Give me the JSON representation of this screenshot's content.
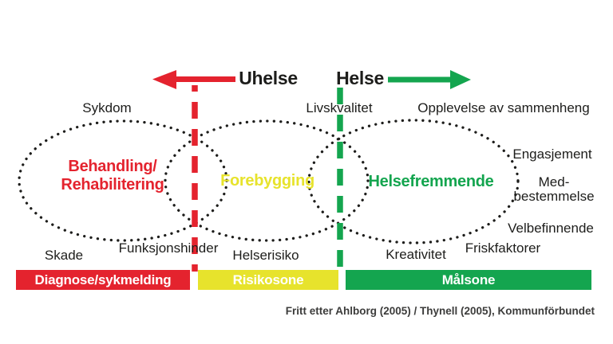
{
  "colors": {
    "red": "#e4232e",
    "yellow": "#e7e32c",
    "green": "#14a54f",
    "black": "#1d1d1b",
    "white": "#ffffff"
  },
  "axis": {
    "uhelse": "Uhelse",
    "helse": "Helse"
  },
  "ellipses": {
    "treatment": {
      "line1": "Behandling/",
      "line2": "Rehabilitering"
    },
    "prevention": {
      "label": "Forebygging"
    },
    "promotion": {
      "label": "Helsefremmende"
    }
  },
  "labels": {
    "sykdom": "Sykdom",
    "livskvalitet": "Livskvalitet",
    "opplevelse": "Opplevelse av sammenheng",
    "engasjement": "Engasjement",
    "med_line1": "Med-",
    "med_line2": "bestemmelse",
    "velbefinnende": "Velbefinnende",
    "friskfaktorer": "Friskfaktorer",
    "kreativitet": "Kreativitet",
    "helserisiko": "Helserisiko",
    "funksjonshinder": "Funksjonshinder",
    "skade": "Skade"
  },
  "zones": {
    "diagnose": "Diagnose/sykmelding",
    "risiko": "Risikosone",
    "maal": "Målsone"
  },
  "caption": "Fritt etter Ahlborg (2005) / Thynell (2005), Kommunförbundet"
}
